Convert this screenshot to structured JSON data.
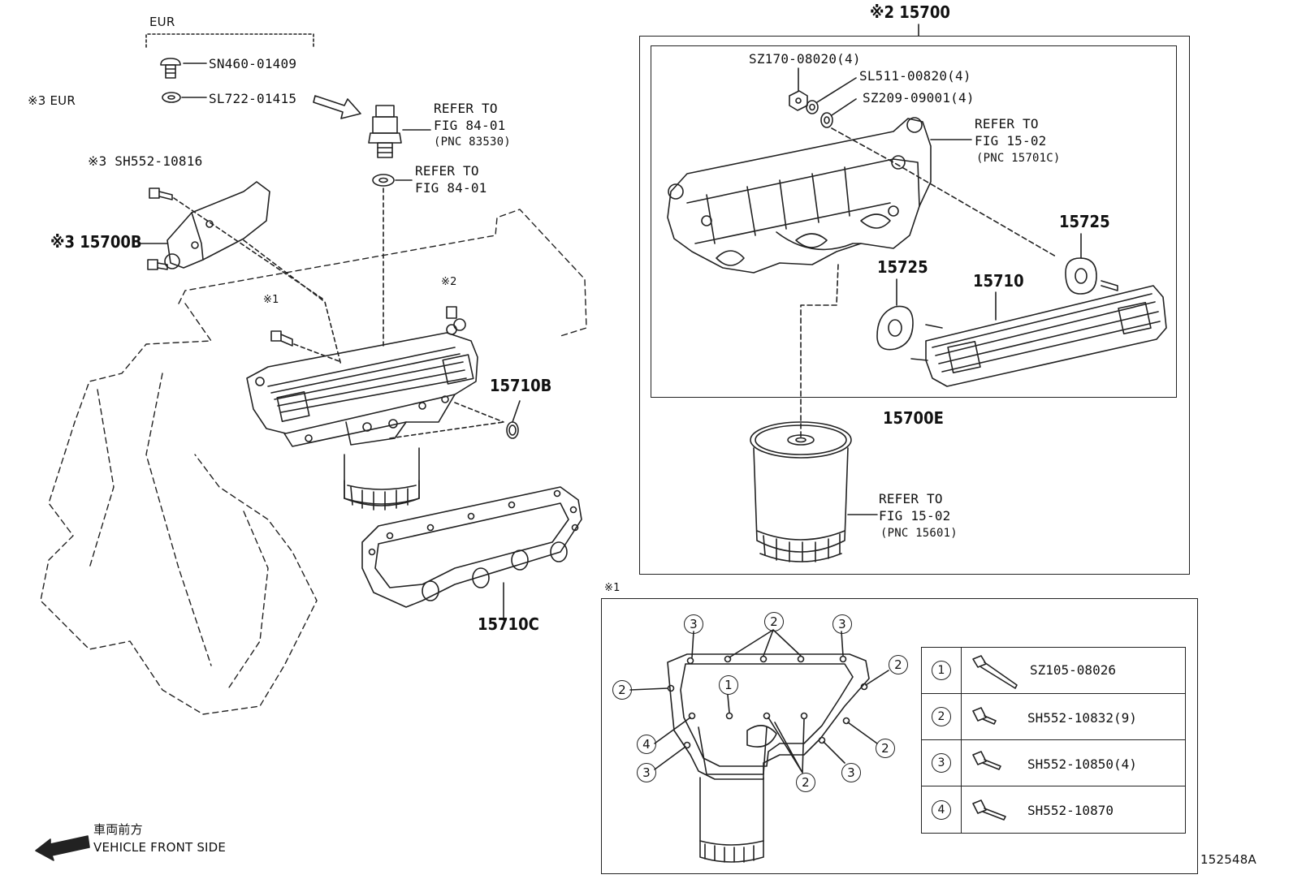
{
  "labels": {
    "eur_head": "EUR",
    "eur_note": "※3 EUR",
    "sn460": "SN460-01409",
    "sl722": "SL722-01415",
    "refer_to_1": "REFER TO",
    "fig_84_01_a": "FIG 84-01",
    "pnc_83530": "(PNC 83530)",
    "refer_to_2": "REFER TO",
    "fig_84_01_b": "FIG 84-01",
    "sh552_10816": "※3 SH552-10816",
    "p15700b": "※3 15700B",
    "mark1_main": "※1",
    "mark2_main": "※2",
    "p15710b": "15710B",
    "p15710c": "15710C",
    "p15700_top": "※2 15700",
    "sz170": "SZ170-08020(4)",
    "sl511": "SL511-00820(4)",
    "sz209": "SZ209-09001(4)",
    "refer_to_3": "REFER TO",
    "fig_15_02_a": "FIG 15-02",
    "pnc_15701c": "(PNC 15701C)",
    "p15725_a": "15725",
    "p15725_b": "15725",
    "p15710": "15710",
    "p15700e": "15700E",
    "refer_to_4": "REFER TO",
    "fig_15_02_b": "FIG 15-02",
    "pnc_15601": "(PNC 15601)",
    "mark1_box": "※1",
    "front_jp": "車両前方",
    "front_en": "VEHICLE FRONT SIDE",
    "illustration_id": "152548A"
  },
  "callouts": {
    "c3a": "3",
    "c2a": "2",
    "c3b": "3",
    "c2b": "2",
    "c2c": "2",
    "c1": "1",
    "c4": "4",
    "c3c": "3",
    "c2d": "2",
    "c2e": "2",
    "c3d": "3"
  },
  "legend": [
    {
      "num": "1",
      "code": "SZ105-08026"
    },
    {
      "num": "2",
      "code": "SH552-10832(9)"
    },
    {
      "num": "3",
      "code": "SH552-10850(4)"
    },
    {
      "num": "4",
      "code": "SH552-10870"
    }
  ]
}
